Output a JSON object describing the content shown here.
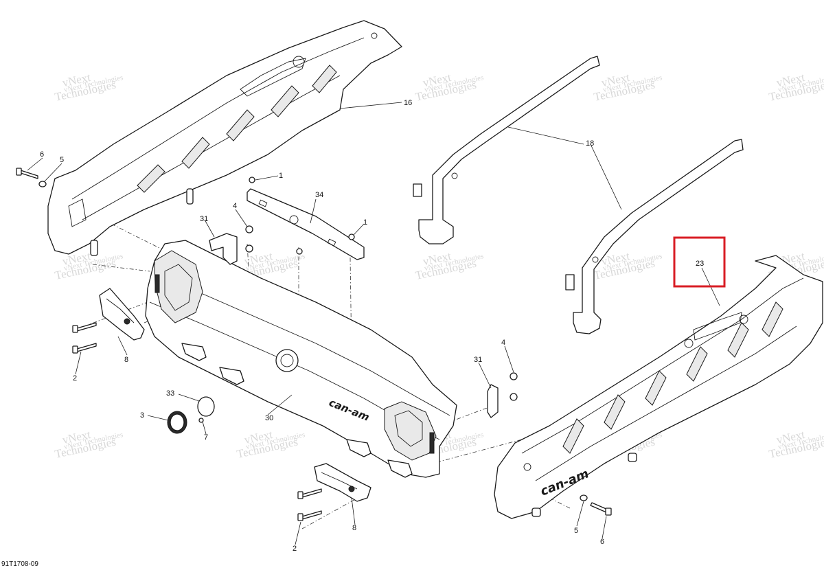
{
  "diagram_code": "91T1708-09",
  "watermark": {
    "line1": "vNext",
    "line2": "Technologies",
    "full": "vNext Technologies"
  },
  "logo_text": "can-am",
  "callouts": {
    "c1a": "1",
    "c1b": "1",
    "c2a": "2",
    "c2b": "2",
    "c3": "3",
    "c4a": "4",
    "c4b": "4",
    "c5a": "5",
    "c5b": "5",
    "c6a": "6",
    "c6b": "6",
    "c7": "7",
    "c8a": "8",
    "c8b": "8",
    "c16": "16",
    "c18": "18",
    "c23": "23",
    "c30": "30",
    "c31a": "31",
    "c31b": "31",
    "c33": "33",
    "c34": "34"
  },
  "highlighted_callout": "23",
  "colors": {
    "highlight": "#d81d24",
    "line": "#1a1a1a",
    "watermark": "#d8d8d8"
  }
}
